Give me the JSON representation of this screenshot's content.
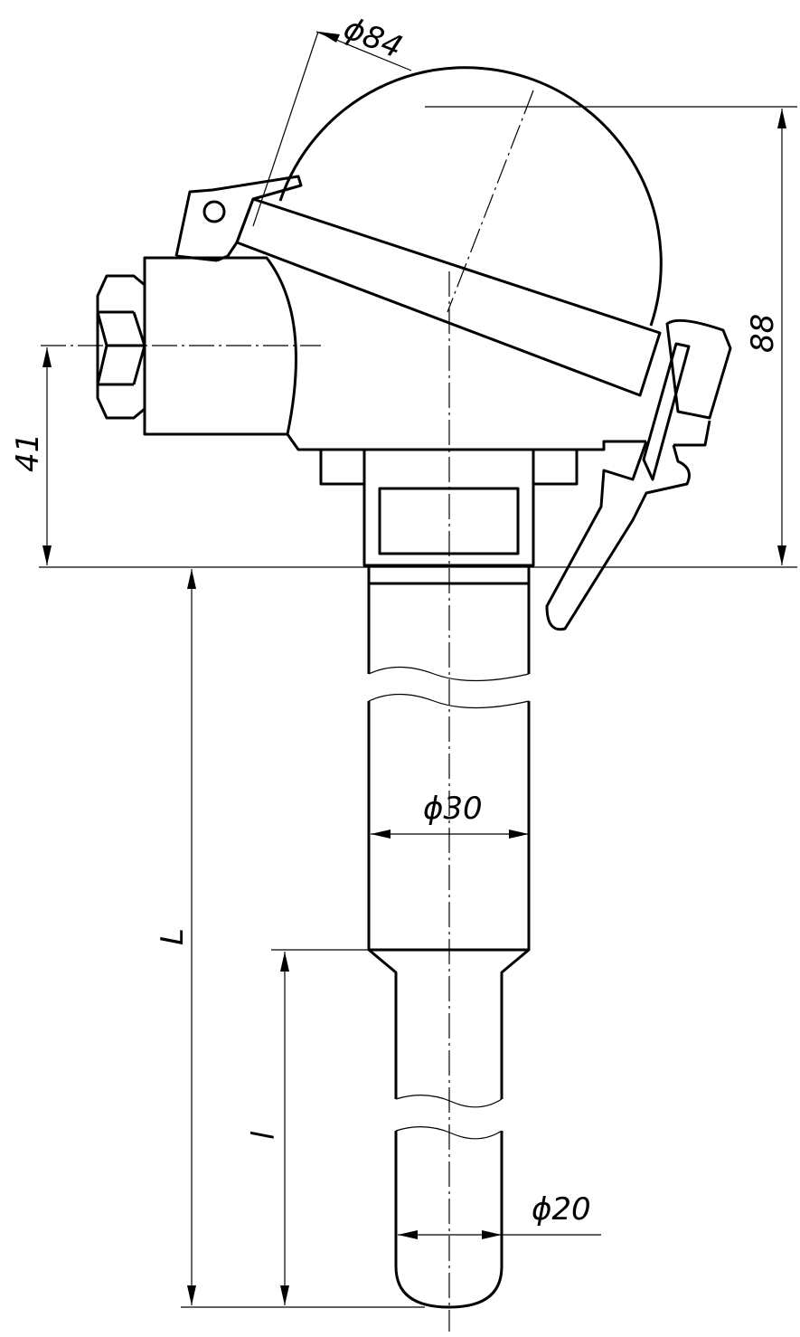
{
  "title": "Thermocouple with connection head – dimensional drawing",
  "dimensions": {
    "head_diameter": "ϕ84",
    "head_height": "88",
    "nut_axis_height": "41",
    "total_length": "L",
    "tip_length": "l",
    "tube_diameter": "ϕ30",
    "tip_diameter": "ϕ20"
  },
  "colors": {
    "line": "#000000",
    "background": "#ffffff"
  }
}
